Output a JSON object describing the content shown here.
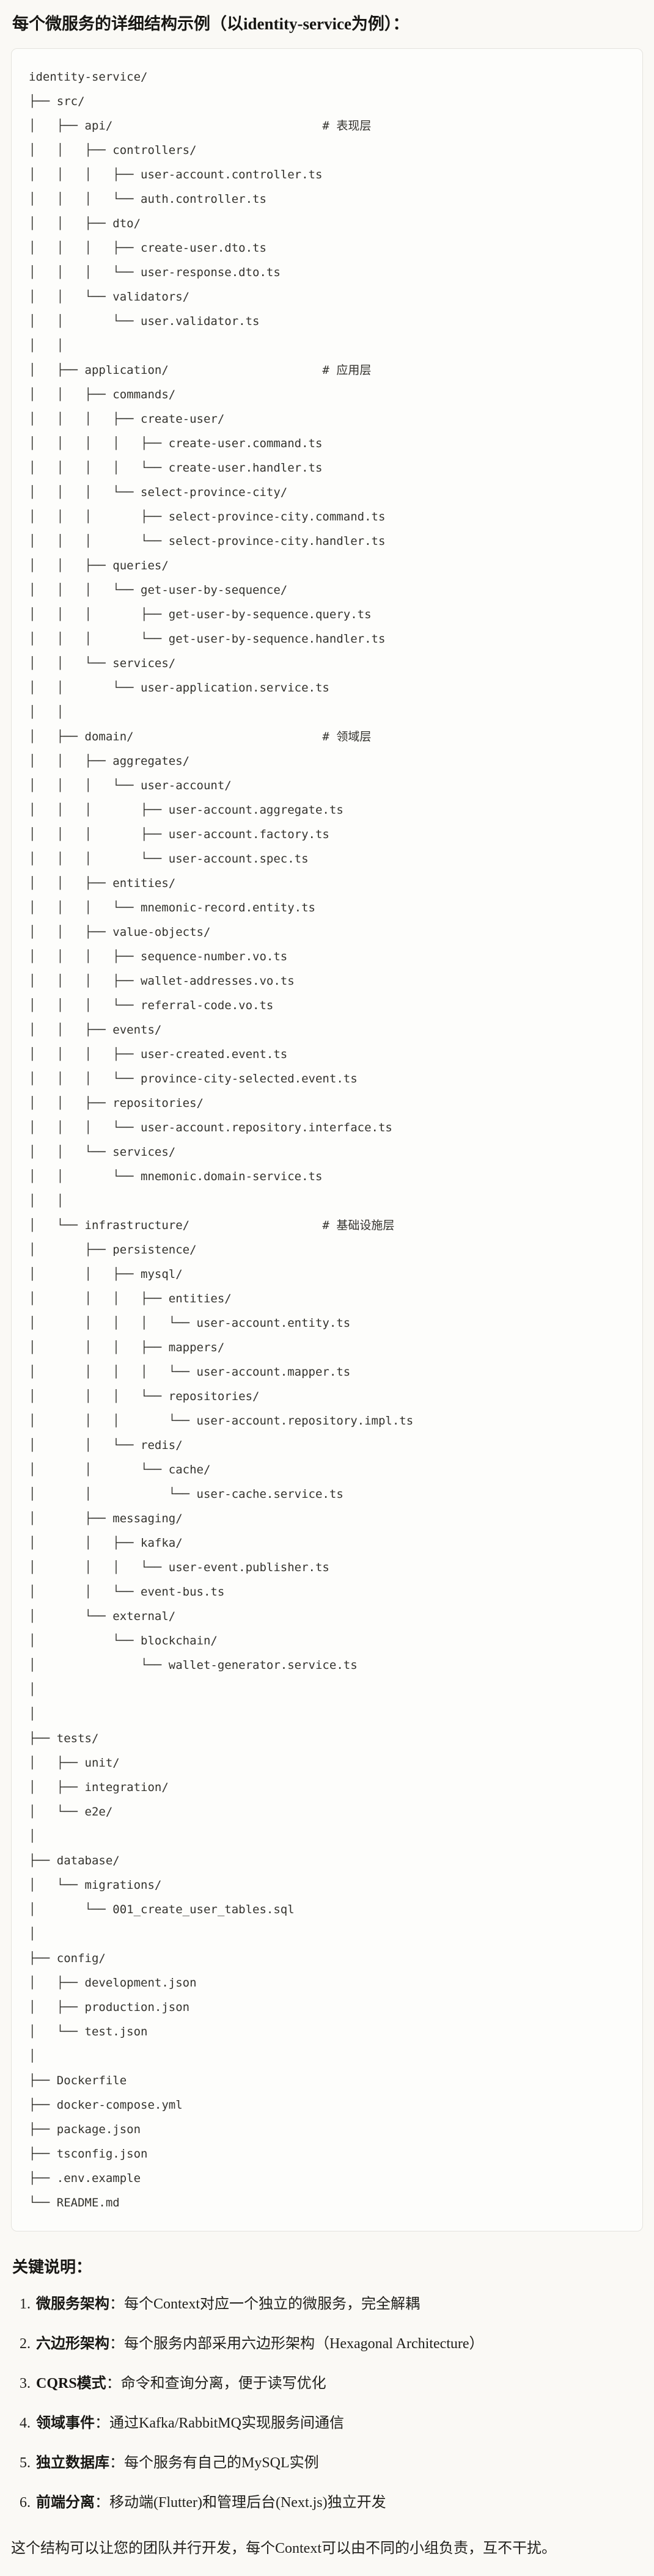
{
  "page": {
    "title": "每个微服务的详细结构示例（以identity-service为例）：",
    "background_color": "#faf9f5"
  },
  "code_block": {
    "background_color": "#fdfdfb",
    "border_color": "#e4e3de",
    "text_color": "#33322d",
    "lines": [
      "identity-service/",
      "├── src/",
      "│   ├── api/                              # 表现层",
      "│   │   ├── controllers/",
      "│   │   │   ├── user-account.controller.ts",
      "│   │   │   └── auth.controller.ts",
      "│   │   ├── dto/",
      "│   │   │   ├── create-user.dto.ts",
      "│   │   │   └── user-response.dto.ts",
      "│   │   └── validators/",
      "│   │       └── user.validator.ts",
      "│   │",
      "│   ├── application/                      # 应用层",
      "│   │   ├── commands/",
      "│   │   │   ├── create-user/",
      "│   │   │   │   ├── create-user.command.ts",
      "│   │   │   │   └── create-user.handler.ts",
      "│   │   │   └── select-province-city/",
      "│   │   │       ├── select-province-city.command.ts",
      "│   │   │       └── select-province-city.handler.ts",
      "│   │   ├── queries/",
      "│   │   │   └── get-user-by-sequence/",
      "│   │   │       ├── get-user-by-sequence.query.ts",
      "│   │   │       └── get-user-by-sequence.handler.ts",
      "│   │   └── services/",
      "│   │       └── user-application.service.ts",
      "│   │",
      "│   ├── domain/                           # 领域层",
      "│   │   ├── aggregates/",
      "│   │   │   └── user-account/",
      "│   │   │       ├── user-account.aggregate.ts",
      "│   │   │       ├── user-account.factory.ts",
      "│   │   │       └── user-account.spec.ts",
      "│   │   ├── entities/",
      "│   │   │   └── mnemonic-record.entity.ts",
      "│   │   ├── value-objects/",
      "│   │   │   ├── sequence-number.vo.ts",
      "│   │   │   ├── wallet-addresses.vo.ts",
      "│   │   │   └── referral-code.vo.ts",
      "│   │   ├── events/",
      "│   │   │   ├── user-created.event.ts",
      "│   │   │   └── province-city-selected.event.ts",
      "│   │   ├── repositories/",
      "│   │   │   └── user-account.repository.interface.ts",
      "│   │   └── services/",
      "│   │       └── mnemonic.domain-service.ts",
      "│   │",
      "│   └── infrastructure/                   # 基础设施层",
      "│       ├── persistence/",
      "│       │   ├── mysql/",
      "│       │   │   ├── entities/",
      "│       │   │   │   └── user-account.entity.ts",
      "│       │   │   ├── mappers/",
      "│       │   │   │   └── user-account.mapper.ts",
      "│       │   │   └── repositories/",
      "│       │   │       └── user-account.repository.impl.ts",
      "│       │   └── redis/",
      "│       │       └── cache/",
      "│       │           └── user-cache.service.ts",
      "│       ├── messaging/",
      "│       │   ├── kafka/",
      "│       │   │   └── user-event.publisher.ts",
      "│       │   └── event-bus.ts",
      "│       └── external/",
      "│           └── blockchain/",
      "│               └── wallet-generator.service.ts",
      "│",
      "│",
      "├── tests/",
      "│   ├── unit/",
      "│   ├── integration/",
      "│   └── e2e/",
      "│",
      "├── database/",
      "│   └── migrations/",
      "│       └── 001_create_user_tables.sql",
      "│",
      "├── config/",
      "│   ├── development.json",
      "│   ├── production.json",
      "│   └── test.json",
      "│",
      "├── Dockerfile",
      "├── docker-compose.yml",
      "├── package.json",
      "├── tsconfig.json",
      "├── .env.example",
      "└── README.md"
    ]
  },
  "notes": {
    "heading": "关键说明：",
    "items": [
      {
        "num": "1.",
        "term": "微服务架构",
        "desc": "：每个Context对应一个独立的微服务，完全解耦"
      },
      {
        "num": "2.",
        "term": "六边形架构",
        "desc": "：每个服务内部采用六边形架构（Hexagonal Architecture）"
      },
      {
        "num": "3.",
        "term": "CQRS模式",
        "desc": "：命令和查询分离，便于读写优化"
      },
      {
        "num": "4.",
        "term": "领域事件",
        "desc": "：通过Kafka/RabbitMQ实现服务间通信"
      },
      {
        "num": "5.",
        "term": "独立数据库",
        "desc": "：每个服务有自己的MySQL实例"
      },
      {
        "num": "6.",
        "term": "前端分离",
        "desc": "：移动端(Flutter)和管理后台(Next.js)独立开发"
      }
    ]
  },
  "closing": "这个结构可以让您的团队并行开发，每个Context可以由不同的小组负责，互不干扰。"
}
